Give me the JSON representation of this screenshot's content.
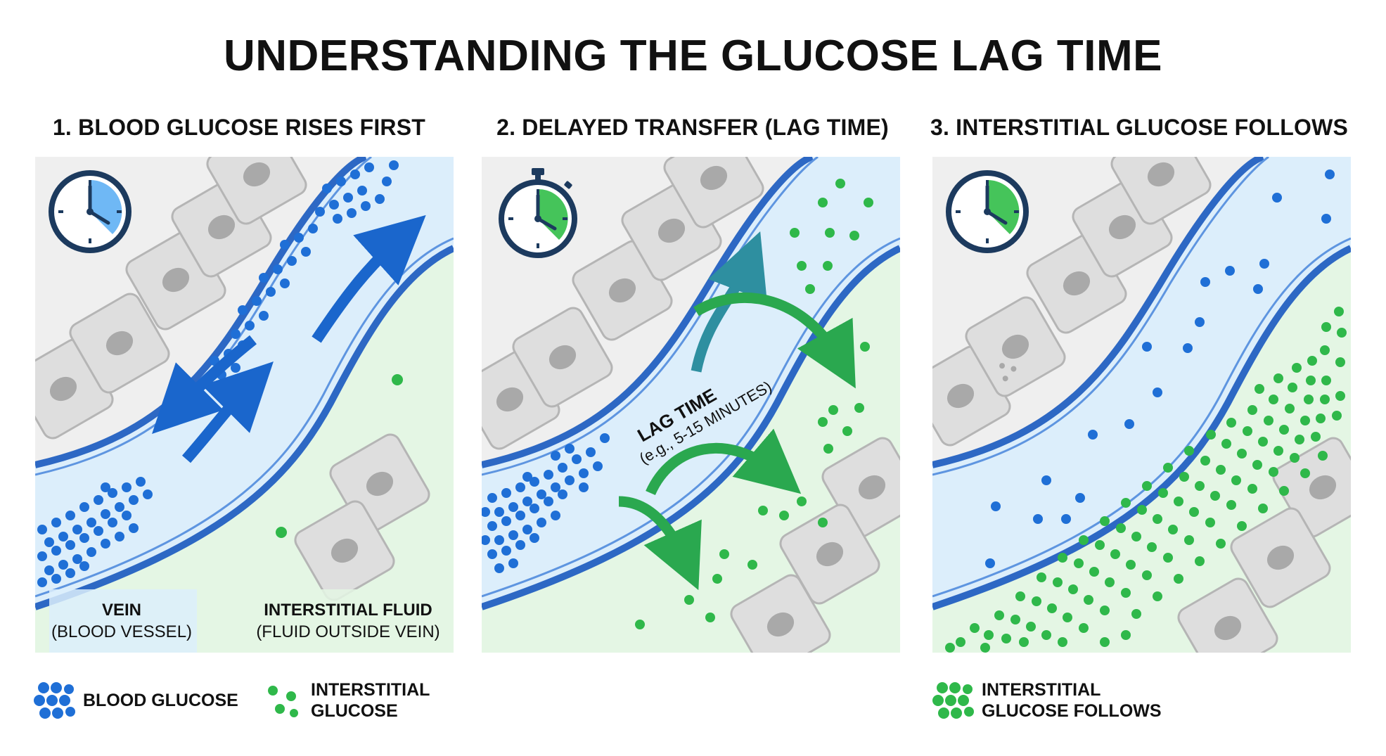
{
  "title": "UNDERSTANDING THE GLUCOSE LAG TIME",
  "panels": [
    {
      "title": "1. BLOOD GLUCOSE RISES FIRST",
      "vein_label": "VEIN",
      "vein_sublabel": "(BLOOD VESSEL)",
      "fluid_label": "INTERSTITIAL FLUID",
      "fluid_sublabel": "(FLUID OUTSIDE VEIN)"
    },
    {
      "title": "2. DELAYED TRANSFER (LAG TIME)",
      "lag_label": "LAG TIME",
      "lag_sublabel": "(e.g., 5-15 MINUTES)"
    },
    {
      "title": "3. INTERSTITIAL GLUCOSE FOLLOWS"
    }
  ],
  "legend": {
    "blood_glucose": "BLOOD GLUCOSE",
    "interstitial_glucose_line1": "INTERSTITIAL",
    "interstitial_glucose_line2": "GLUCOSE",
    "follows_line1": "INTERSTITIAL",
    "follows_line2": "GLUCOSE FOLLOWS"
  },
  "colors": {
    "blood_glucose": "#1f6fd6",
    "interstitial_glucose": "#2fb84a",
    "vein_wall": "#2d68c4",
    "vein_interior": "#dceefb",
    "interstitial_fluid": "#e4f6e4",
    "cell_tissue": "#efefef",
    "arrow_blue": "#1a66cc",
    "arrow_teal_green": "#2e9e74"
  },
  "icons": [
    "clock-icon",
    "stopwatch-icon",
    "clock-icon"
  ]
}
